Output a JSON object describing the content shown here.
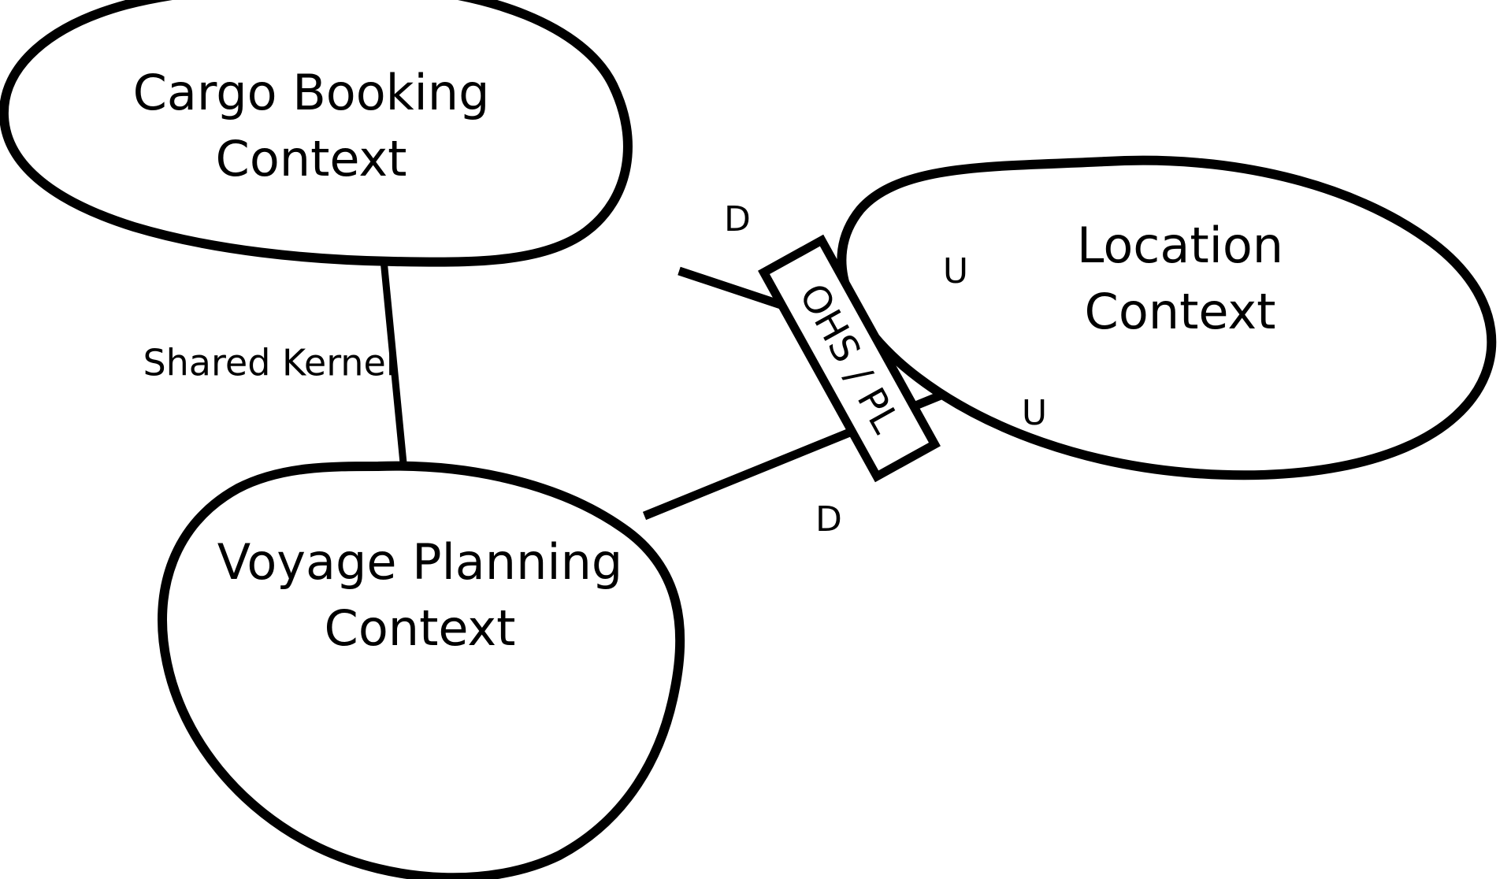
{
  "diagram": {
    "kind": "context-map",
    "background_color": "#ffffff",
    "stroke_color": "#000000",
    "contexts": [
      {
        "id": "cargo-booking",
        "label_line1": "Cargo Booking",
        "label_line2": "Context"
      },
      {
        "id": "location",
        "label_line1": "Location",
        "label_line2": "Context"
      },
      {
        "id": "voyage-planning",
        "label_line1": "Voyage Planning",
        "label_line2": "Context"
      }
    ],
    "relationships": [
      {
        "id": "shared-kernel",
        "name": "Shared Kernel",
        "from": "cargo-booking",
        "to": "voyage-planning",
        "from_role": "",
        "to_role": ""
      },
      {
        "id": "cargo-to-location",
        "name": "OHS / PL",
        "from": "cargo-booking",
        "to": "location",
        "from_role": "D",
        "to_role": "U"
      },
      {
        "id": "voyage-to-location",
        "name": "OHS / PL",
        "from": "voyage-planning",
        "to": "location",
        "from_role": "D",
        "to_role": "U"
      }
    ],
    "role_labels": {
      "downstream_top": "D",
      "upstream_top": "U",
      "downstream_bottom": "D",
      "upstream_bottom": "U"
    },
    "pattern_box": {
      "text": "OHS / PL"
    }
  }
}
